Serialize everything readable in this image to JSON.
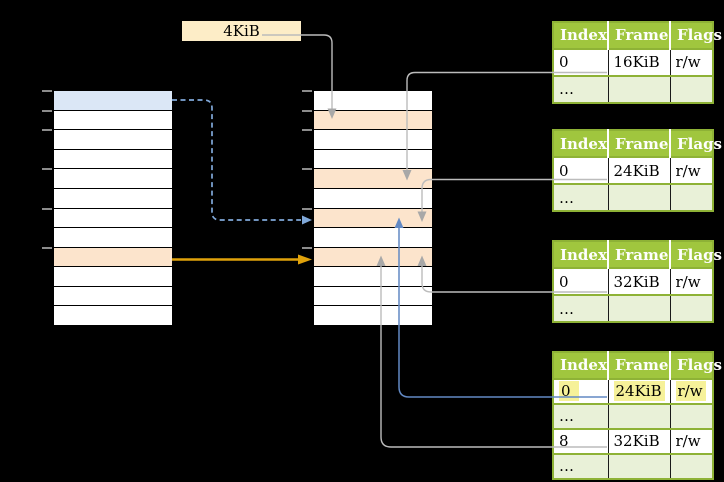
{
  "colors": {
    "background": "#000000",
    "table_header_bg": "#a0c63e",
    "table_border": "#8eb236",
    "table_alt_row_bg": "#e9f1d8",
    "cell_orange": "#fce4cc",
    "cell_blue": "#dbe7f6",
    "label_box_bg": "#fdedc7",
    "highlight_yellow": "#f6f199",
    "arrow_gray": "#bcbcbc",
    "arrowhead_gray": "#a8a8a8",
    "arrow_orange": "#e0a20b",
    "arrow_blue_solid": "#6289c4",
    "arrow_blue_dashed": "#80a8d9",
    "tick_gray": "#8c8c8c",
    "header_text": "#ffffff",
    "body_text": "#000000"
  },
  "size_label": {
    "text": "4KiB"
  },
  "memory_columns": {
    "left": {
      "row_count": 12,
      "highlights": [
        {
          "row": 0,
          "color": "blue"
        },
        {
          "row": 8,
          "color": "orange"
        }
      ]
    },
    "right": {
      "row_count": 12,
      "highlights": [
        {
          "row": 1,
          "color": "orange"
        },
        {
          "row": 4,
          "color": "orange"
        },
        {
          "row": 6,
          "color": "orange"
        },
        {
          "row": 8,
          "color": "orange"
        }
      ]
    }
  },
  "page_tables": [
    {
      "headers": [
        "Index",
        "Frame",
        "Flags"
      ],
      "rows": [
        {
          "cells": [
            "0",
            "16KiB",
            "r/w"
          ],
          "variant": "value",
          "highlighted": false
        },
        {
          "cells": [
            "…",
            "",
            ""
          ],
          "variant": "ellipsis",
          "highlighted": false
        }
      ]
    },
    {
      "headers": [
        "Index",
        "Frame",
        "Flags"
      ],
      "rows": [
        {
          "cells": [
            "0",
            "24KiB",
            "r/w"
          ],
          "variant": "value",
          "highlighted": false
        },
        {
          "cells": [
            "…",
            "",
            ""
          ],
          "variant": "ellipsis",
          "highlighted": false
        }
      ]
    },
    {
      "headers": [
        "Index",
        "Frame",
        "Flags"
      ],
      "rows": [
        {
          "cells": [
            "0",
            "32KiB",
            "r/w"
          ],
          "variant": "value",
          "highlighted": false
        },
        {
          "cells": [
            "…",
            "",
            ""
          ],
          "variant": "ellipsis",
          "highlighted": false
        }
      ]
    },
    {
      "headers": [
        "Index",
        "Frame",
        "Flags"
      ],
      "rows": [
        {
          "cells": [
            "0",
            "24KiB",
            "r/w"
          ],
          "variant": "value",
          "highlighted": true
        },
        {
          "cells": [
            "…",
            "",
            ""
          ],
          "variant": "ellipsis",
          "highlighted": false
        },
        {
          "cells": [
            "8",
            "32KiB",
            "r/w"
          ],
          "variant": "value",
          "highlighted": false
        },
        {
          "cells": [
            "…",
            "",
            ""
          ],
          "variant": "ellipsis",
          "highlighted": false
        }
      ]
    }
  ]
}
